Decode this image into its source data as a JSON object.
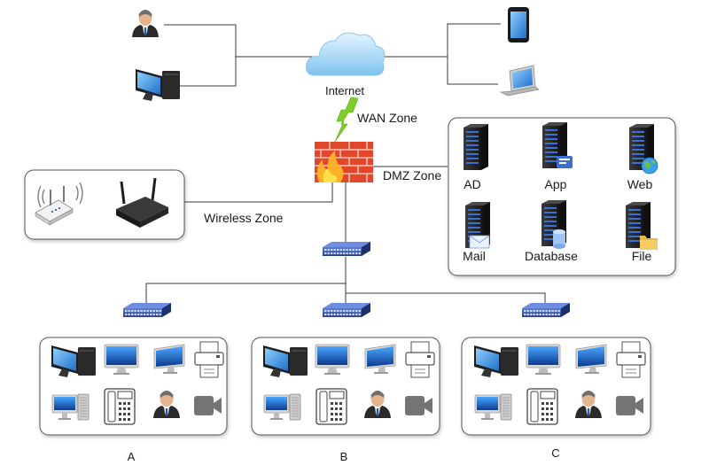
{
  "zones": {
    "internet": "Internet",
    "wan": "WAN Zone",
    "dmz": "DMZ Zone",
    "wireless": "Wireless Zone"
  },
  "servers": [
    {
      "label": "AD",
      "badge": "none"
    },
    {
      "label": "App",
      "badge": "app"
    },
    {
      "label": "Web",
      "badge": "globe"
    },
    {
      "label": "Mail",
      "badge": "mail"
    },
    {
      "label": "Database",
      "badge": "database"
    },
    {
      "label": "File",
      "badge": "folder"
    }
  ],
  "groups": [
    {
      "id": "A",
      "label": "A"
    },
    {
      "id": "B",
      "label": "B"
    },
    {
      "id": "C",
      "label": "C"
    }
  ],
  "colors": {
    "line": "#3a3a3a",
    "cloud": "#9fd0f2",
    "lightning": "#7ccf2a",
    "brick": "#e2462b",
    "switch": "#2e4fa8",
    "server": "#2b2b2b",
    "server_led": "#3b6fd0"
  }
}
